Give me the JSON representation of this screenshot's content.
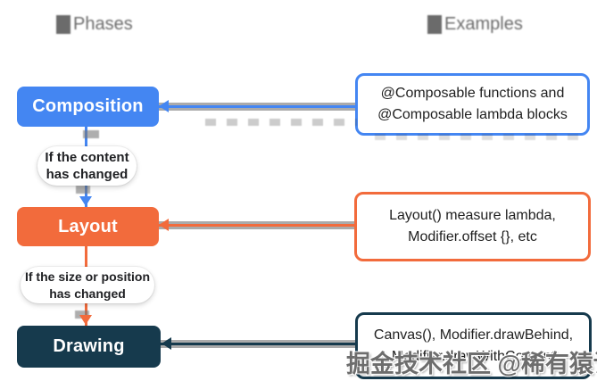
{
  "header": {
    "left": "Phases",
    "right": "Examples"
  },
  "colors": {
    "composition_blue": "#4486F2",
    "layout_orange": "#F26B3C",
    "drawing_navy": "#163A4D",
    "text_dark": "#1F1F1F",
    "watermark_gray": "#484848"
  },
  "phases": [
    {
      "label": "Composition",
      "color": "#4486F2",
      "example_lines": [
        "@Composable functions and",
        "@Composable lambda blocks"
      ]
    },
    {
      "label": "Layout",
      "color": "#F26B3C",
      "example_lines": [
        "Layout() measure lambda,",
        "Modifier.offset {}, etc"
      ]
    },
    {
      "label": "Drawing",
      "color": "#163A4D",
      "example_lines": [
        "Canvas(), Modifier.drawBehind,",
        "Modifier.drawWithContent"
      ]
    }
  ],
  "transitions": [
    {
      "condition_lines": [
        "If the content",
        "has changed"
      ]
    },
    {
      "condition_lines": [
        "If the size or position",
        "has changed"
      ]
    }
  ],
  "icons": {
    "into_phase_arrow": "arrow-left",
    "next_phase_arrow": "arrow-down"
  },
  "watermark": {
    "text": "掘金技术社区 @稀有猿诉"
  }
}
